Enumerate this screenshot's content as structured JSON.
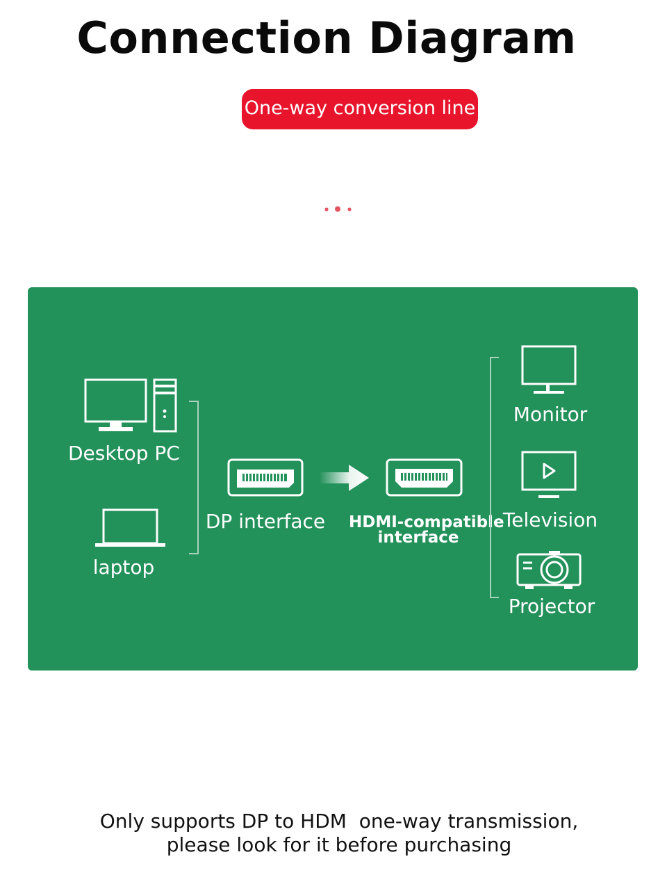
{
  "title": "Connection Diagram",
  "badge": "One-way conversion line",
  "colors": {
    "panel": "#23915a",
    "badge": "#e8142b",
    "dots": "#e25561"
  },
  "sources": [
    {
      "label": "Desktop PC",
      "icon": "desktop-pc-icon"
    },
    {
      "label": "laptop",
      "icon": "laptop-icon"
    }
  ],
  "input_port": {
    "label": "DP interface",
    "icon": "dp-port-icon"
  },
  "output_port": {
    "label_line1": "HDMI-compatible",
    "label_line2": "interface",
    "icon": "hdmi-port-icon"
  },
  "arrow_icon": "right-arrow-icon",
  "targets": [
    {
      "label": "Monitor",
      "icon": "monitor-icon"
    },
    {
      "label": "Television",
      "icon": "television-icon"
    },
    {
      "label": "Projector",
      "icon": "projector-icon"
    }
  ],
  "note": {
    "line1": "Only supports DP to HDM  one-way transmission,",
    "line2": "please look for it before purchasing"
  }
}
